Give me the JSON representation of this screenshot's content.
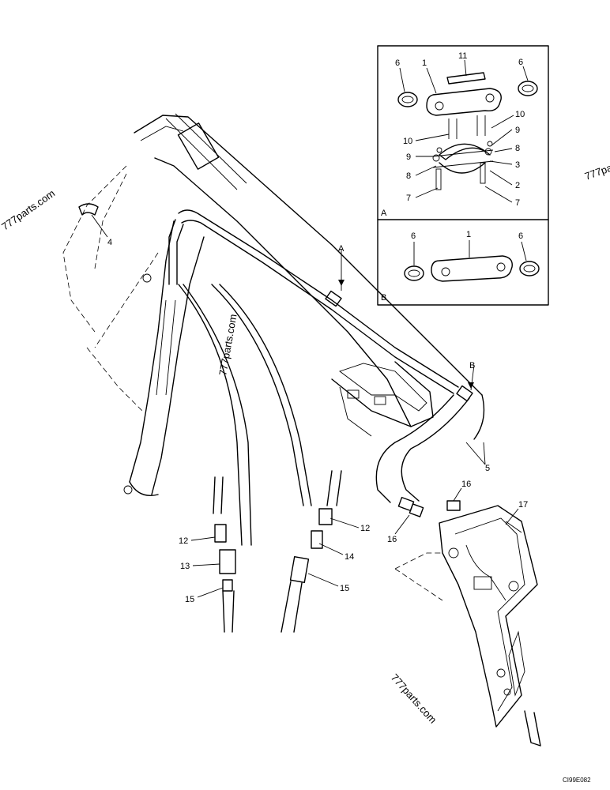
{
  "watermarks": [
    "777parts.com",
    "777parts.com",
    "777parts.com",
    "777ра"
  ],
  "figure_code": "CI99E082",
  "views": {
    "a": "A",
    "b": "B"
  },
  "pointer_labels": {
    "a": "A",
    "b": "B"
  },
  "callouts": {
    "c1a": "1",
    "c1b": "1",
    "c2": "2",
    "c3": "3",
    "c4": "4",
    "c5": "5",
    "c6a": "6",
    "c6b": "6",
    "c6c": "6",
    "c6d": "6",
    "c7a": "7",
    "c7b": "7",
    "c8a": "8",
    "c8b": "8",
    "c9a": "9",
    "c9b": "9",
    "c10a": "10",
    "c10b": "10",
    "c11": "11",
    "c12a": "12",
    "c12b": "12",
    "c13": "13",
    "c14": "14",
    "c15a": "15",
    "c15b": "15",
    "c16a": "16",
    "c16b": "16",
    "c17": "17"
  },
  "icons": [
    "excavator-boom-drawing",
    "breaker-hammer-drawing",
    "hose-clamp-detail",
    "quick-coupler-detail"
  ]
}
